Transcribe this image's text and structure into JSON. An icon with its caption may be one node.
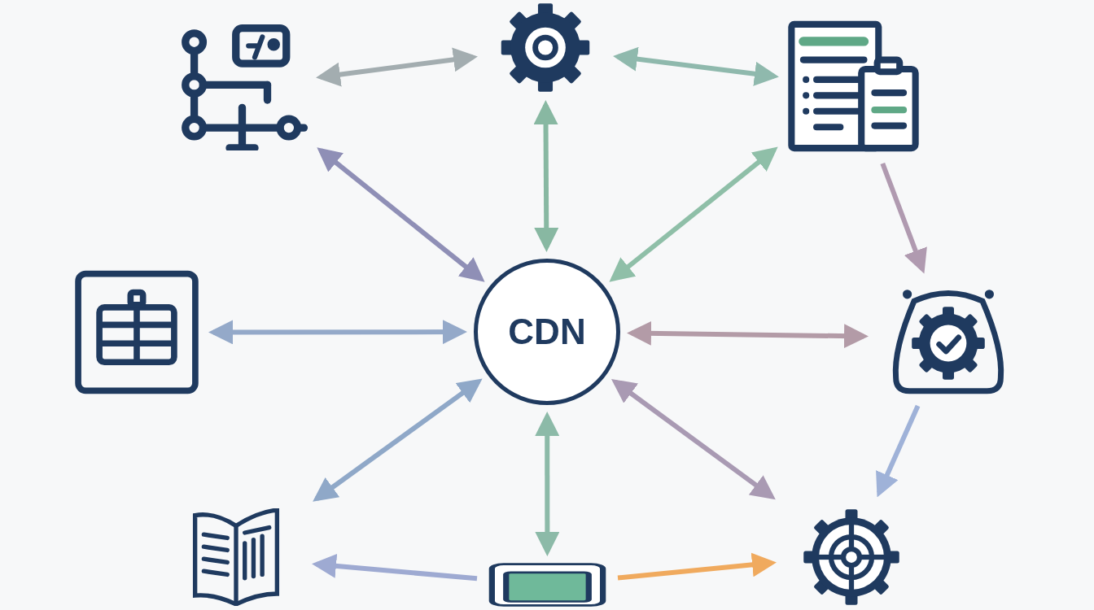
{
  "diagram": {
    "nodes": [
      {
        "text": [],
        "shape": "picture"
      },
      {
        "text": [],
        "shape": "picture"
      },
      {
        "text": [],
        "shape": "picture"
      },
      {
        "text": [],
        "shape": "picture"
      },
      {
        "text": [
          "CDN"
        ]
      },
      {
        "text": [],
        "shape": "picture"
      },
      {
        "text": [],
        "shape": "picture"
      },
      {
        "text": [],
        "shape": "picture"
      },
      {
        "text": [],
        "shape": "picture"
      }
    ],
    "edges": [
      {
        "from": 0,
        "to": 1,
        "arrow": "both",
        "color": "#a3adb0"
      },
      {
        "from": 1,
        "to": 2,
        "arrow": "both",
        "color": "#8fb9ad"
      },
      {
        "from": 0,
        "to": 4,
        "arrow": "both",
        "color": "#8f8fb6"
      },
      {
        "from": 1,
        "to": 4,
        "arrow": "both",
        "color": "#88b8a2"
      },
      {
        "from": 2,
        "to": 4,
        "arrow": "both",
        "color": "#8fbfa8"
      },
      {
        "from": 3,
        "to": 4,
        "arrow": "both",
        "color": "#94a9c9"
      },
      {
        "from": 4,
        "to": 5,
        "arrow": "both",
        "color": "#b39ba7"
      },
      {
        "from": 4,
        "to": 6,
        "arrow": "both",
        "color": "#8fa8c8"
      },
      {
        "from": 4,
        "to": 7,
        "arrow": "both",
        "color": "#8cbaa8"
      },
      {
        "from": 4,
        "to": 8,
        "arrow": "both",
        "color": "#a99ab3"
      },
      {
        "from": 2,
        "to": 5,
        "arrow": "to",
        "color": "#b09ab0"
      },
      {
        "from": 5,
        "to": 8,
        "arrow": "to",
        "color": "#9fb2d8"
      },
      {
        "from": 7,
        "to": 6,
        "arrow": "to",
        "color": "#9eaad2"
      },
      {
        "from": 7,
        "to": 8,
        "arrow": "to",
        "color": "#f0aa5e"
      }
    ]
  }
}
